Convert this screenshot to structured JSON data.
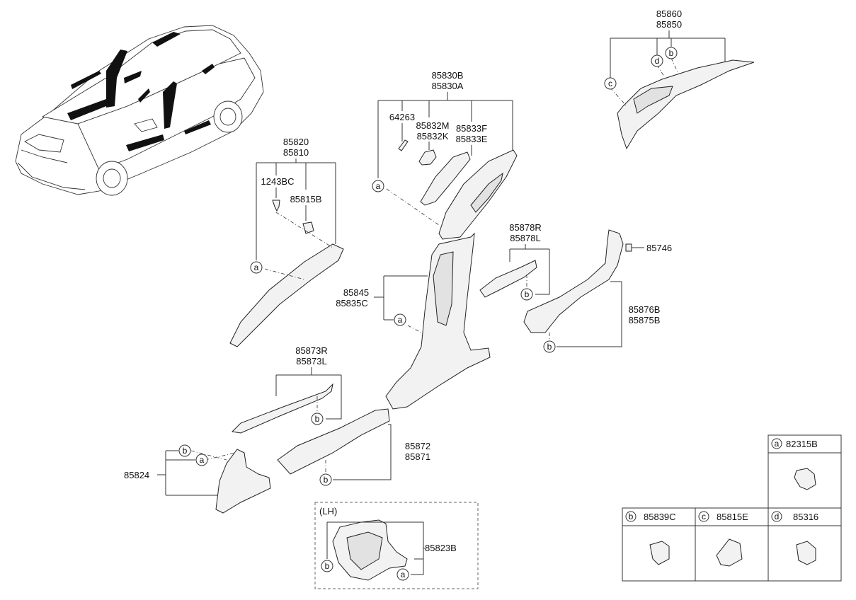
{
  "parts": {
    "p85860": "85860",
    "p85850": "85850",
    "p85830B": "85830B",
    "p85830A": "85830A",
    "p64263": "64263",
    "p85832M": "85832M",
    "p85832K": "85832K",
    "p85833F": "85833F",
    "p85833E": "85833E",
    "p85820": "85820",
    "p85810": "85810",
    "p1243BC": "1243BC",
    "p85815B": "85815B",
    "p85878R": "85878R",
    "p85878L": "85878L",
    "p85746": "85746",
    "p85845": "85845",
    "p85835C": "85835C",
    "p85876B": "85876B",
    "p85875B": "85875B",
    "p85873R": "85873R",
    "p85873L": "85873L",
    "p85872": "85872",
    "p85871": "85871",
    "p85824": "85824",
    "p85823B": "85823B"
  },
  "lh_label": "(LH)",
  "callouts": {
    "a": "a",
    "b": "b",
    "c": "c",
    "d": "d"
  },
  "legend": {
    "a": {
      "letter": "a",
      "part": "82315B"
    },
    "b": {
      "letter": "b",
      "part": "85839C"
    },
    "c": {
      "letter": "c",
      "part": "85815E"
    },
    "d": {
      "letter": "d",
      "part": "85316"
    }
  }
}
